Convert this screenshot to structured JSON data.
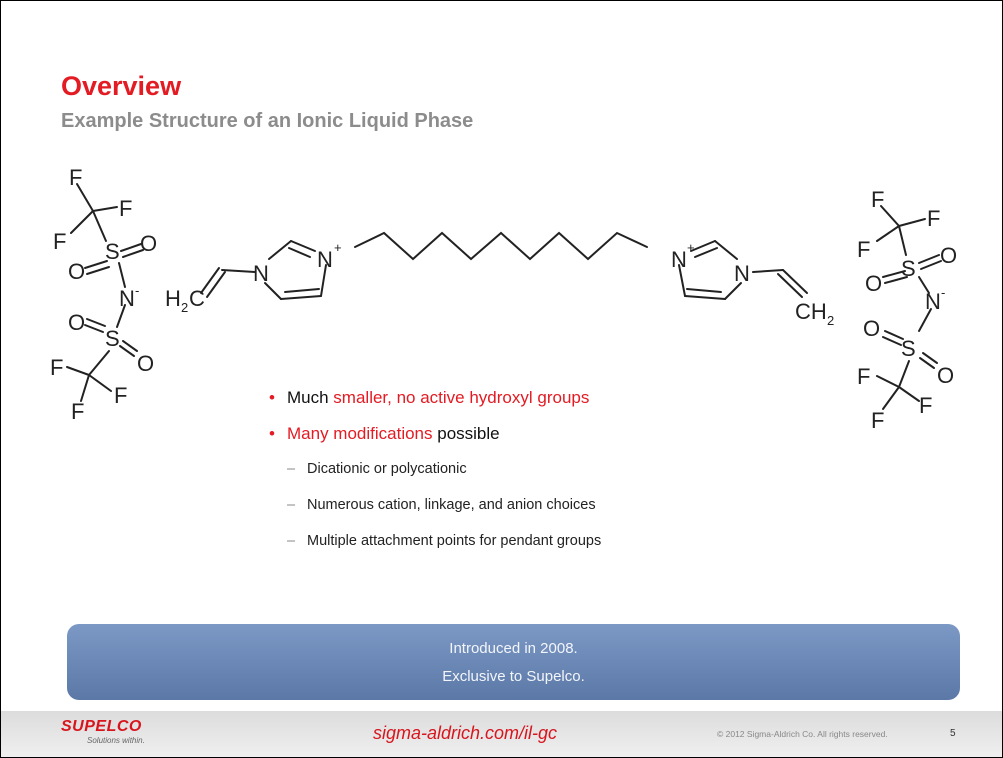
{
  "slide": {
    "title": "Overview",
    "subtitle": "Example Structure of an Ionic Liquid Phase"
  },
  "structure": {
    "atoms": {
      "F": "F",
      "O": "O",
      "S": "S",
      "N": "N",
      "H2C_left": "H",
      "H2C_left_sub": "2",
      "H2C_left_c": "C",
      "CH2_right_c": "CH",
      "CH2_right_sub": "2",
      "charge_plus": "+",
      "charge_minus": "-"
    }
  },
  "bullets": [
    {
      "parts": [
        {
          "text": "Much ",
          "red": false
        },
        {
          "text": "smaller, no active hydroxyl groups",
          "red": true
        }
      ]
    },
    {
      "parts": [
        {
          "text": "Many modifications",
          "red": true
        },
        {
          "text": " possible",
          "red": false
        }
      ]
    }
  ],
  "bullet_marker": "•",
  "sub_marker": "–",
  "sub_bullets": [
    "Dicationic or polycationic",
    "Numerous cation, linkage, and anion choices",
    "Multiple attachment points for pendant groups"
  ],
  "banner": {
    "line1": "Introduced in 2008.",
    "line2": "Exclusive to Supelco."
  },
  "footer": {
    "logo": "SUPELCO",
    "tagline": "Solutions within.",
    "url": "sigma-aldrich.com/il-gc",
    "copyright": "© 2012 Sigma-Aldrich Co. All rights reserved.",
    "page_number": "5"
  },
  "colors": {
    "accent_red": "#e31b23",
    "subtitle_gray": "#8c8c8c",
    "banner_blue": "#6a87b5"
  }
}
